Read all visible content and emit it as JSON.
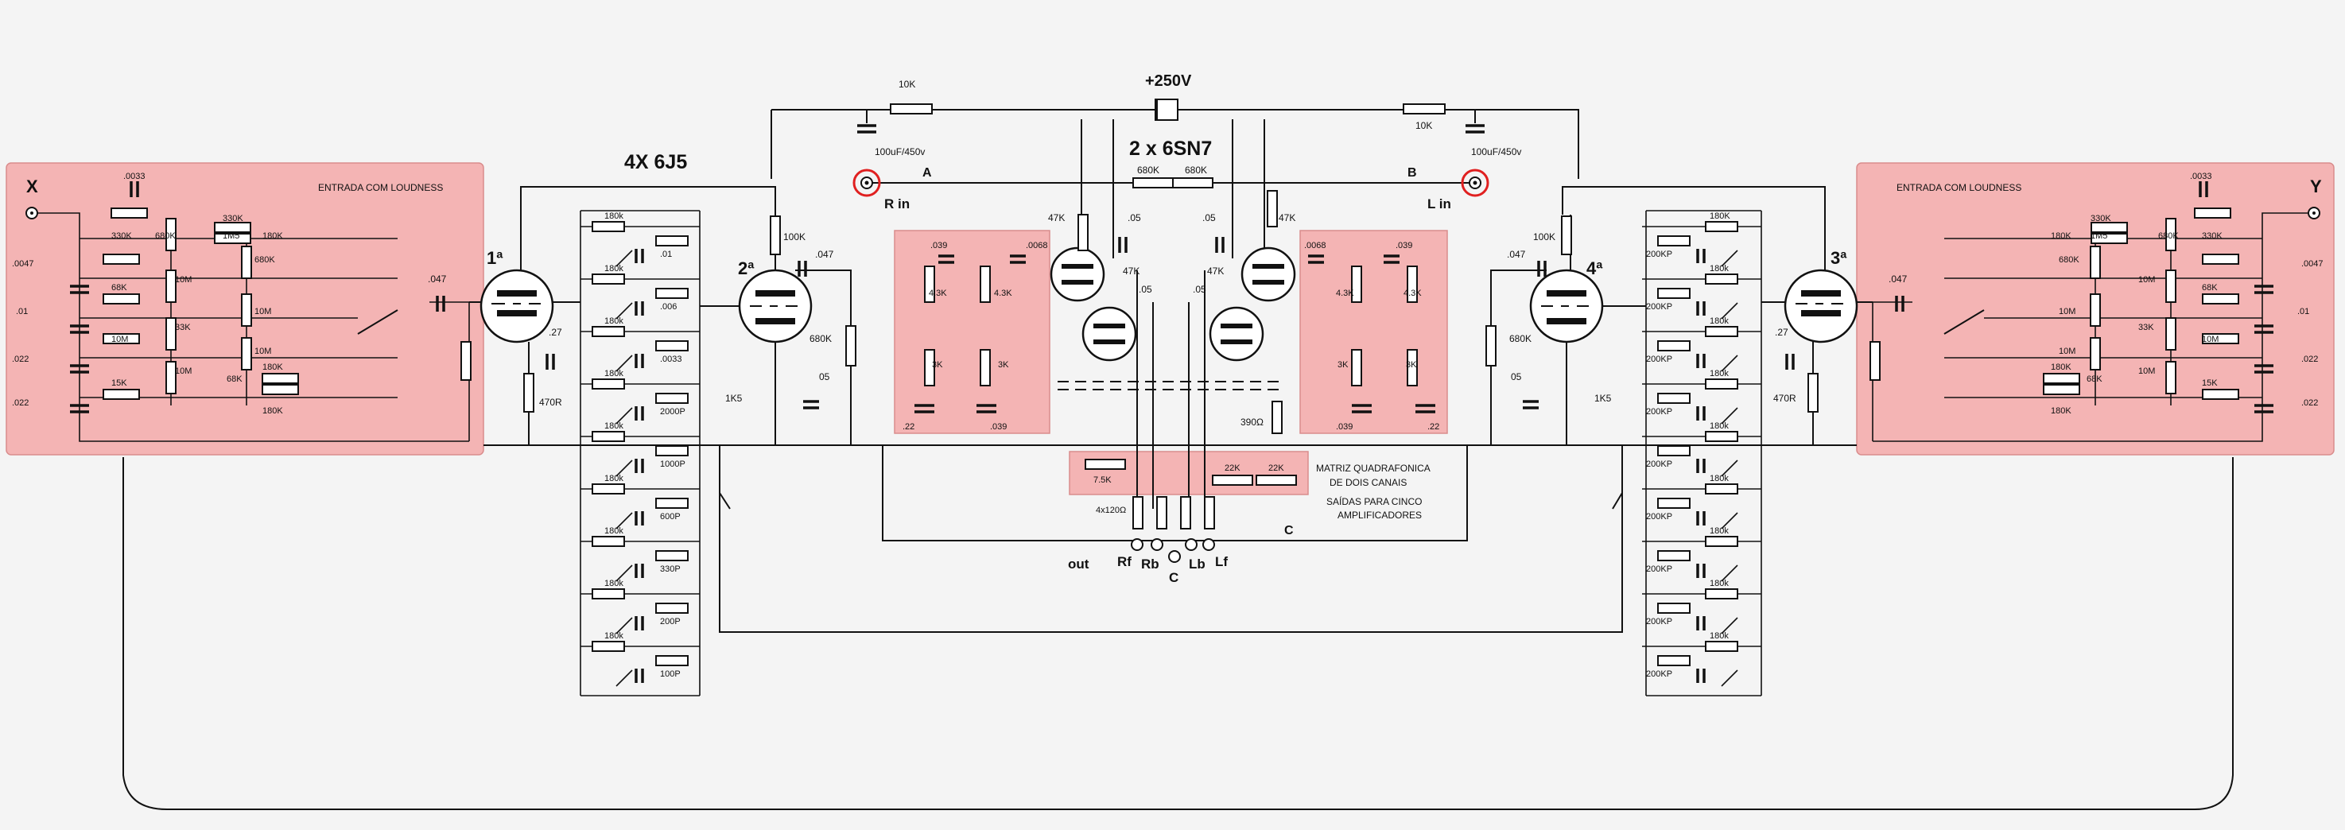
{
  "labels": {
    "supply": "+250V",
    "tubes_left": "4X 6J5",
    "tubes_center": "2 x 6SN7",
    "stage1": "1ª",
    "stage2": "2ª",
    "stage3": "3ª",
    "stage4": "4ª",
    "input_x": "X",
    "input_y": "Y",
    "loudness_left": "ENTRADA COM LOUDNESS",
    "loudness_right": "ENTRADA COM LOUDNESS",
    "node_a": "A",
    "node_b": "B",
    "node_c": "C",
    "r_in": "R in",
    "l_in": "L in",
    "out": "out",
    "rf": "Rf",
    "rb": "Rb",
    "c_out": "C",
    "lb": "Lb",
    "lf": "Lf",
    "matrix_line1": "MATRIZ QUADRAFONICA",
    "matrix_line2": "DE DOIS CANAIS",
    "matrix_line3": "SAÍDAS PARA CINCO",
    "matrix_line4": "AMPLIFICADORES"
  },
  "components": {
    "supply_left": [
      "10K",
      "100uF/450v"
    ],
    "supply_right": [
      "10K",
      "100uF/450v"
    ],
    "center_divider": [
      "680K",
      "680K"
    ],
    "plate_left": "100K",
    "plate_right": "100K",
    "coupling": [
      ".047",
      ".047",
      ".047",
      ".047"
    ],
    "grid_left": "680K",
    "grid_right": "680K",
    "cathode": [
      "05",
      "05",
      "470R",
      "470R",
      ".27",
      ".27",
      "1K5",
      "1K5"
    ],
    "center_values": [
      "47K",
      "47K",
      "47K",
      "47K",
      ".05",
      ".05",
      ".05",
      ".05",
      "390Ω"
    ],
    "phase_left": [
      ".039",
      ".0068",
      "4.3K",
      "4.3K",
      "3K",
      "3K",
      ".22",
      ".039"
    ],
    "phase_right": [
      ".0068",
      ".039",
      "4.3K",
      "4.3K",
      "3K",
      "3K",
      ".039",
      ".22"
    ],
    "matrix": [
      "7.5K",
      "22K",
      "22K",
      "4x120Ω"
    ],
    "loudness": [
      ".0033",
      "330K",
      "680K",
      "330K",
      "1M5",
      "180K",
      "680K",
      ".0047",
      ".01",
      ".022",
      ".022",
      "68K",
      "10M",
      "10M",
      "33K",
      "10M",
      "68K",
      "15K",
      "10M",
      "180K",
      "180K",
      "10M"
    ],
    "eq_left_col": [
      "180k",
      ".01",
      "180k",
      ".006",
      "180k",
      ".0033",
      "180k",
      "2000P",
      "180k",
      "1000P",
      "180k",
      "600P",
      "180k",
      "330P",
      "180k",
      "200P",
      "180k",
      "100P"
    ],
    "eq_right_col": [
      "180K",
      "200KP",
      "180k",
      "200KP",
      "180k",
      "200KP",
      "180k",
      "200KP",
      "180k",
      "200KP",
      "180k",
      "200KP",
      "180k",
      "200KP",
      "180k",
      "200KP",
      "180k",
      "200KP"
    ]
  },
  "colors": {
    "panel": "#f4b4b4",
    "marker": "#e02020"
  }
}
